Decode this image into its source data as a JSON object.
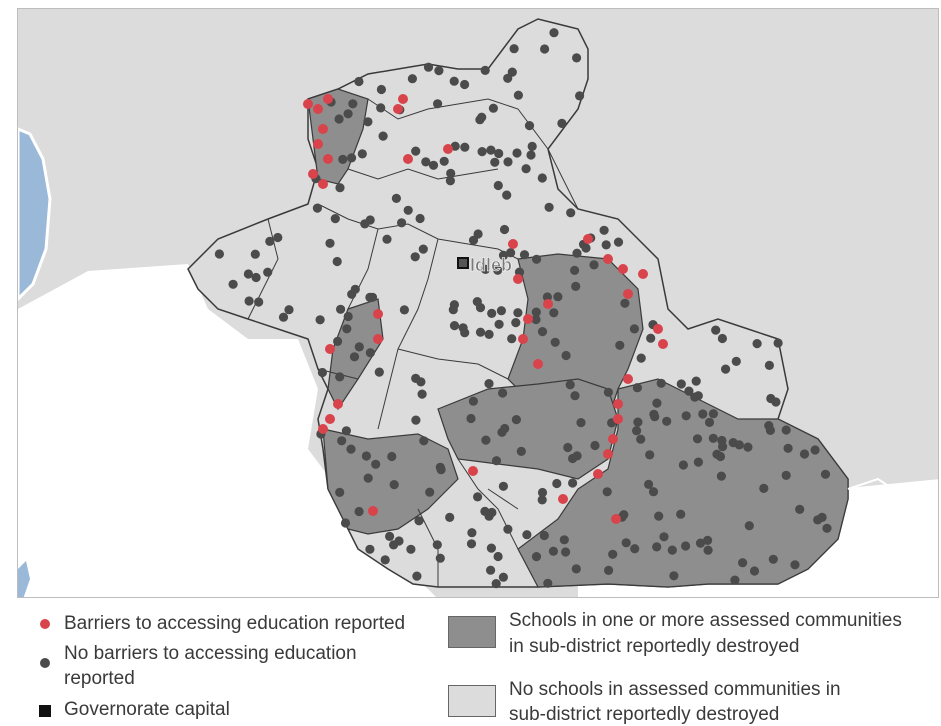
{
  "map": {
    "capital_label": "Idleb",
    "colors": {
      "background": "#dcdcdc",
      "outside": "#ffffff",
      "water": "#9ab8d8",
      "light_subdistrict": "#dcdcdc",
      "dark_subdistrict": "#8e8e8e",
      "boundary": "#3a3a3a",
      "barrier_dot": "#d9434b",
      "no_barrier_dot": "#4b4b4b"
    }
  },
  "legend": {
    "barriers": "Barriers to accessing education reported",
    "no_barriers_line1": "No barriers to accessing education",
    "no_barriers_line2": "reported",
    "capital": "Governorate capital",
    "destroyed_line1": "Schools in one or more assessed communities",
    "destroyed_line2": "in sub-district reportedly destroyed",
    "not_destroyed_line1": "No schools in assessed communities in",
    "not_destroyed_line2": "sub-district reportedly destroyed"
  }
}
